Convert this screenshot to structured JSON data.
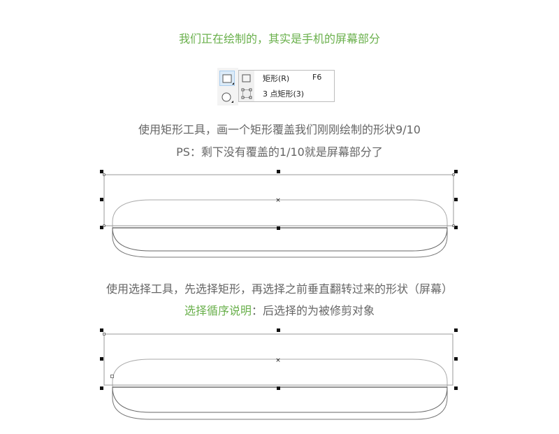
{
  "intro": {
    "text": "我们正在绘制的，其实是手机的屏幕部分",
    "color": "#6ab04c"
  },
  "toolbar": {
    "tools": [
      {
        "name": "rectangle-tool",
        "active": true
      },
      {
        "name": "ellipse-tool",
        "active": false
      }
    ],
    "flyout": {
      "items": [
        {
          "label": "矩形(R)",
          "shortcut": "F6",
          "icon": "rectangle-icon"
        },
        {
          "label": "3 点矩形(3)",
          "shortcut": "",
          "icon": "three-point-rectangle-icon"
        }
      ]
    }
  },
  "step1": {
    "line1": "使用矩形工具，画一个矩形覆盖我们刚刚绘制的形状9/10",
    "line2": "PS：剩下没有覆盖的1/10就是屏幕部分了"
  },
  "step2": {
    "line1": "使用选择工具，先选择矩形，再选择之前垂直翻转过来的形状（屏幕）",
    "line2_highlight": "选择循序说明",
    "line2_rest": "：后选择的为被修剪对象"
  },
  "colors": {
    "body_text": "#666666",
    "accent_green": "#6ab04c",
    "shape_stroke": "#8a8a8a",
    "handle": "#111111"
  }
}
